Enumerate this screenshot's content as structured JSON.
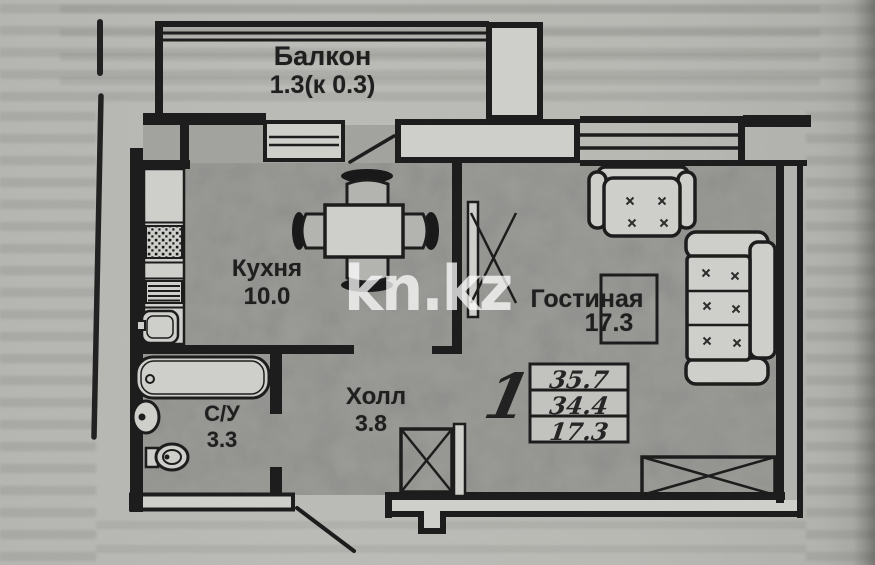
{
  "page": {
    "watermark": "kn.kz",
    "unit_label": "1"
  },
  "rooms": {
    "balcony": {
      "name": "Балкон",
      "area": "1.3(к 0.3)"
    },
    "kitchen": {
      "name": "Кухня",
      "area": "10.0"
    },
    "living": {
      "name": "Гостиная",
      "area": "17.3"
    },
    "hall": {
      "name": "Холл",
      "area": "3.8"
    },
    "bathroom": {
      "name": "С/У",
      "area": "3.3"
    }
  },
  "area_table": {
    "rows": [
      "35.7",
      "34.4",
      "17.3"
    ]
  },
  "colors": {
    "wall": "#212121",
    "room_fill": "#b6b6b2",
    "page": "#cfcfca",
    "furniture_fill": "#e7e7e3",
    "watermark": "rgba(255,255,255,0.74)"
  }
}
